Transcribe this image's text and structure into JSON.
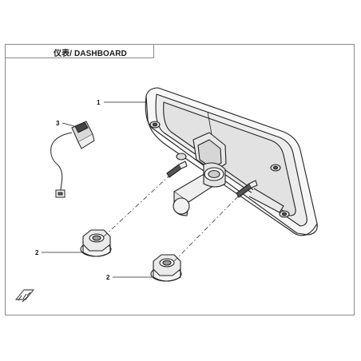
{
  "diagram": {
    "title": "仪表/ DASHBOARD",
    "callouts": [
      {
        "id": "callout-1",
        "label": "1",
        "part": "dashboard-meter"
      },
      {
        "id": "callout-3",
        "label": "3",
        "part": "connector-harness"
      },
      {
        "id": "callout-2a",
        "label": "2",
        "part": "flange-nut-upper"
      },
      {
        "id": "callout-2b",
        "label": "2",
        "part": "flange-nut-lower"
      }
    ],
    "icons": [
      "direction-arrow-icon"
    ],
    "line_color": "#222222",
    "frame_color": "#8a8a8a"
  }
}
